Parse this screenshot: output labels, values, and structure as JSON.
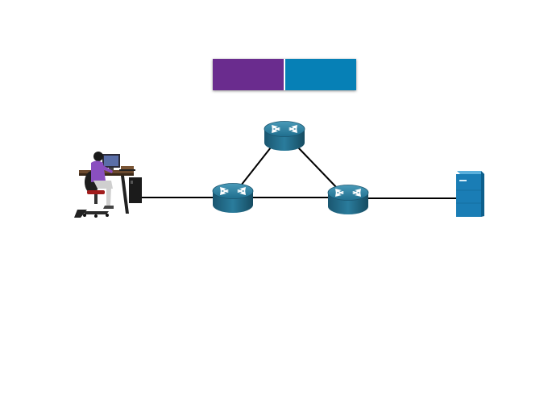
{
  "diagram": {
    "nodes": [
      {
        "id": "pc",
        "kind": "workstation",
        "icon": "user-at-workstation-icon"
      },
      {
        "id": "r1",
        "kind": "router",
        "icon": "router-icon"
      },
      {
        "id": "r2",
        "kind": "router",
        "icon": "router-icon"
      },
      {
        "id": "r3",
        "kind": "router",
        "icon": "router-icon"
      },
      {
        "id": "srv",
        "kind": "server",
        "icon": "server-icon"
      }
    ],
    "links": [
      [
        "pc",
        "r1"
      ],
      [
        "r1",
        "r3"
      ],
      [
        "r1",
        "r2"
      ],
      [
        "r2",
        "r3"
      ],
      [
        "r3",
        "srv"
      ]
    ],
    "header_segments": [
      {
        "name": "segment-1",
        "color": "#6a2c8e"
      },
      {
        "name": "segment-2",
        "color": "#0680b6"
      }
    ]
  },
  "colors": {
    "router_top": "#2f7f9f",
    "router_side": "#1c5a75",
    "server_front": "#1a7db5",
    "link": "#000000"
  }
}
